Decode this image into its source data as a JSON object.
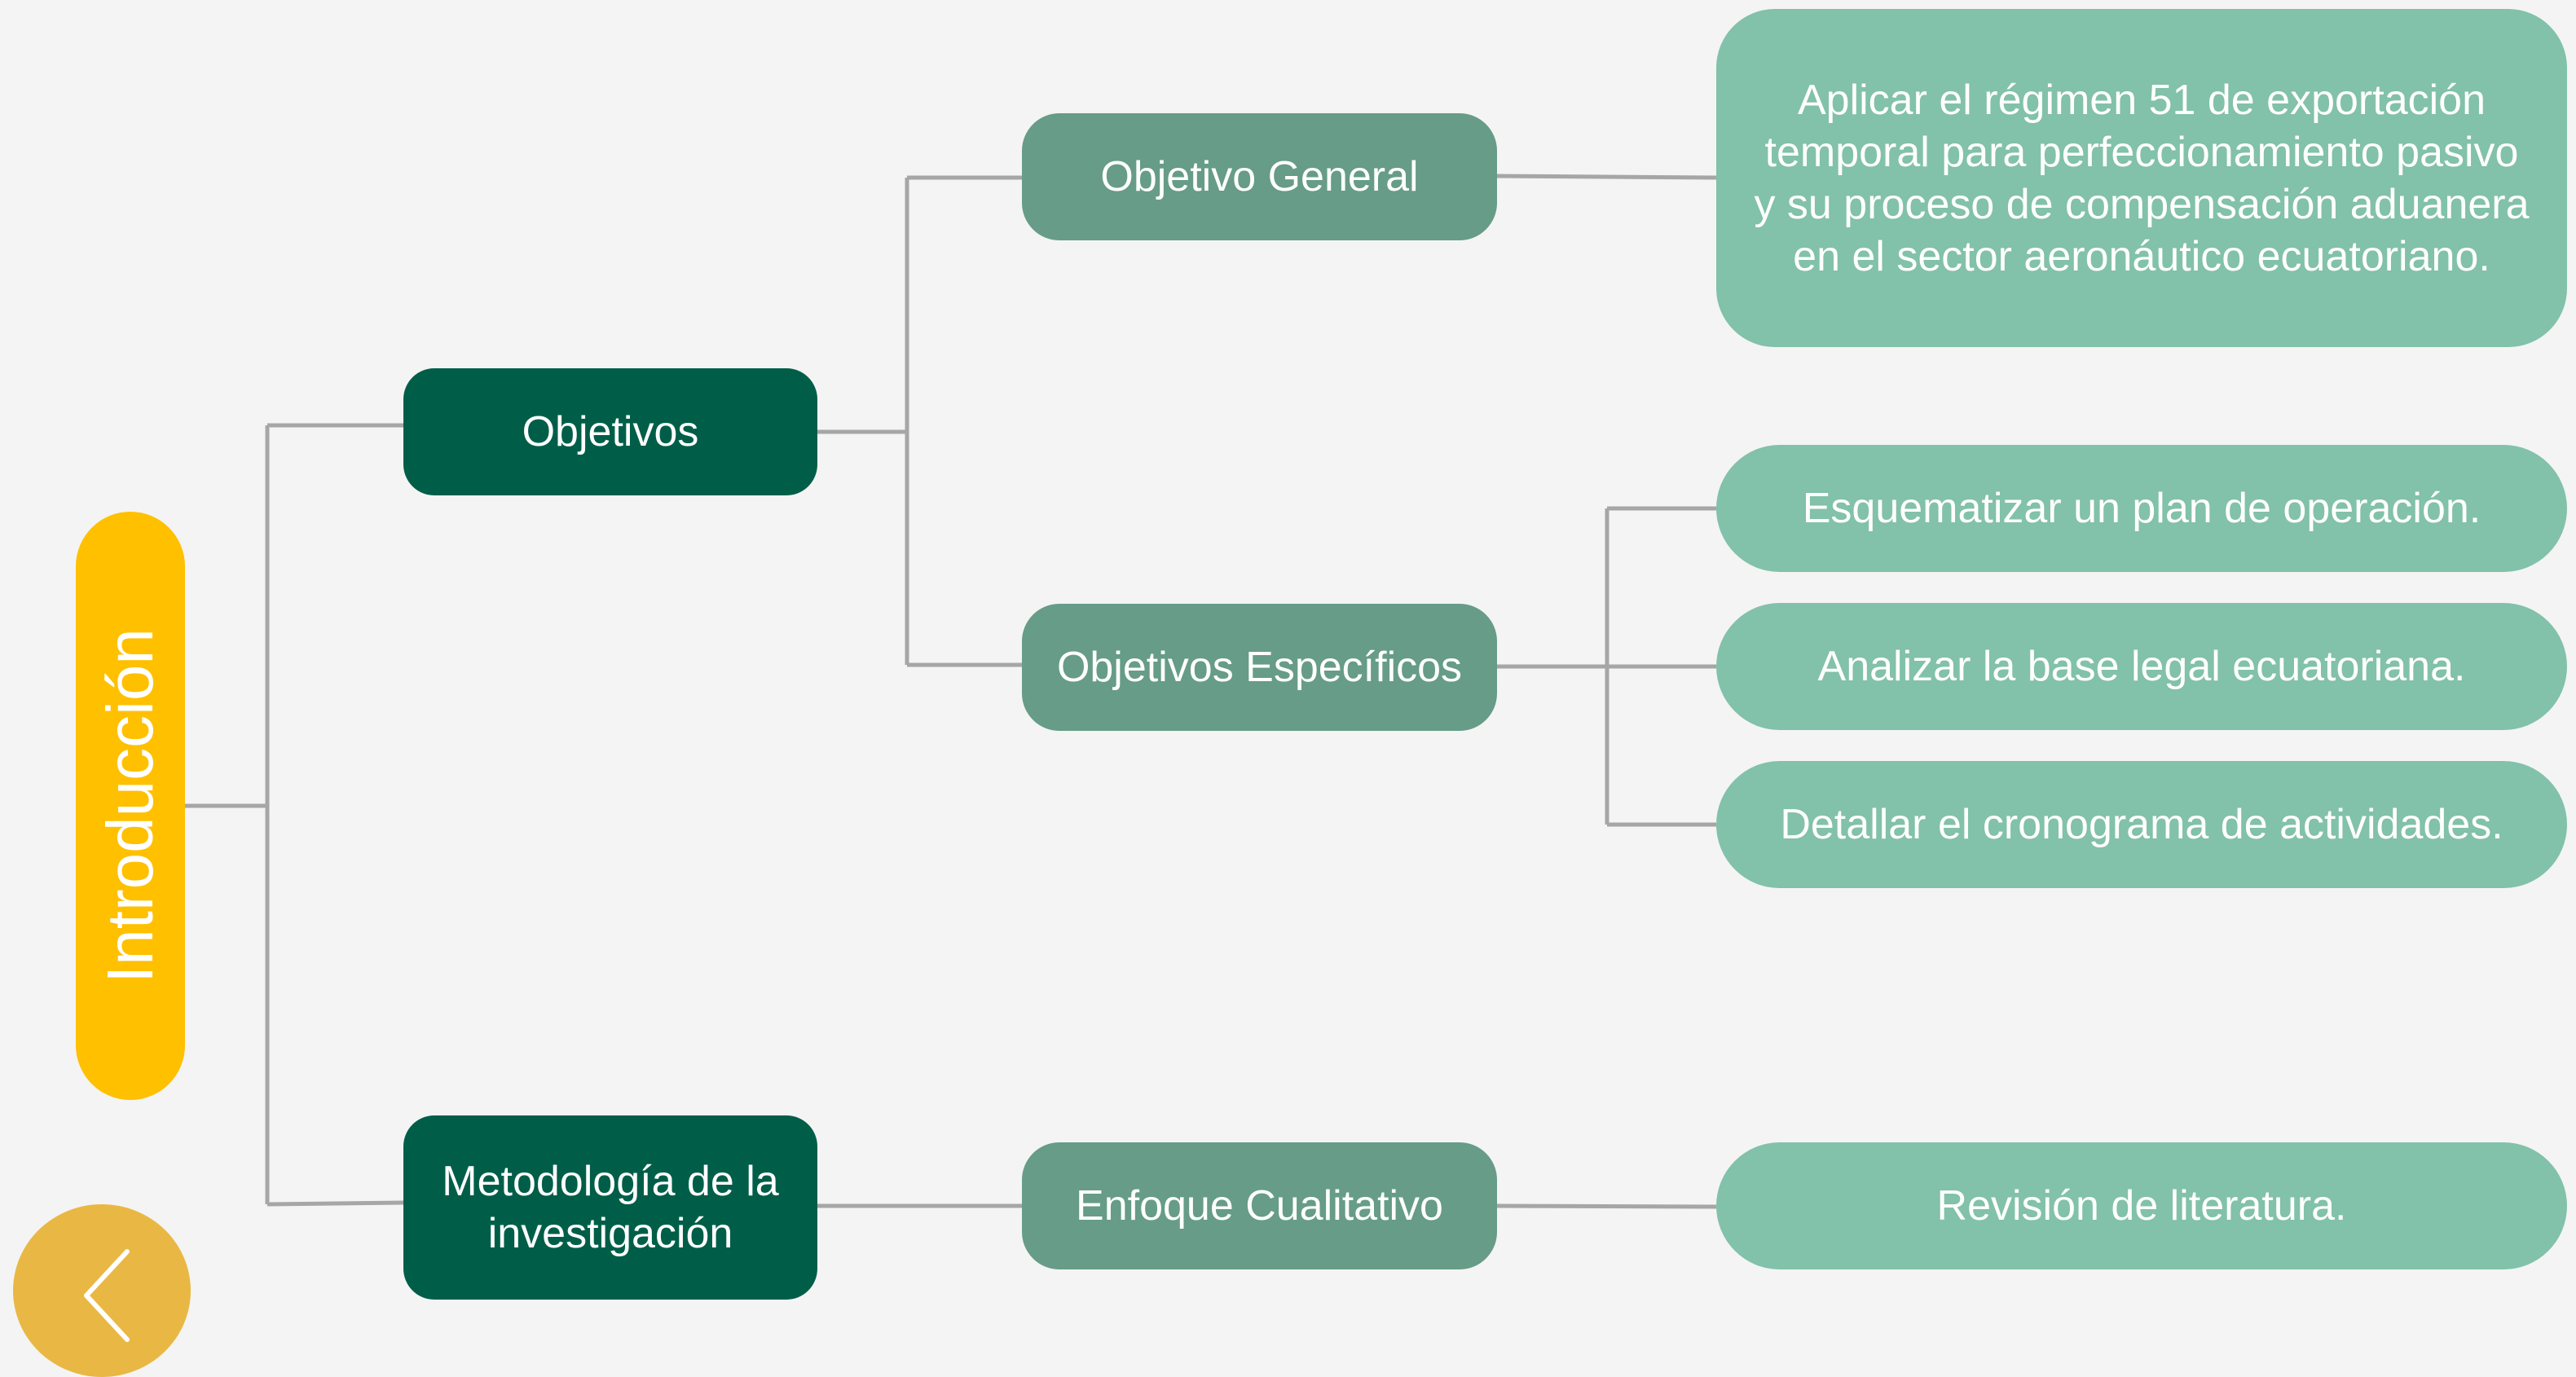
{
  "diagram": {
    "root": {
      "label": "Introducción"
    },
    "objetivos": {
      "label": "Objetivos"
    },
    "metodologia": {
      "label": "Metodología de la investigación"
    },
    "objetivo_general": {
      "label": "Objetivo General"
    },
    "objetivos_especificos": {
      "label": "Objetivos Específicos"
    },
    "enfoque": {
      "label": "Enfoque Cualitativo"
    },
    "general_text": "Aplicar el régimen 51 de exportación temporal para perfeccionamiento pasivo y su proceso de compensación aduanera en el sector aeronáutico ecuatoriano.",
    "especificos": [
      "Esquematizar un plan de operación.",
      "Analizar la base legal ecuatoriana.",
      "Detallar el cronograma de actividades."
    ],
    "enfoque_text": "Revisión de literatura."
  },
  "navigation": {
    "back_icon": "chevron-left-icon"
  },
  "colors": {
    "root": "#ffc000",
    "level1": "#005e48",
    "level2": "#669c88",
    "level3": "#82c1aa",
    "connector": "#a6a6a6",
    "back_button": "#e9b844",
    "background": "#f4f4f4"
  }
}
